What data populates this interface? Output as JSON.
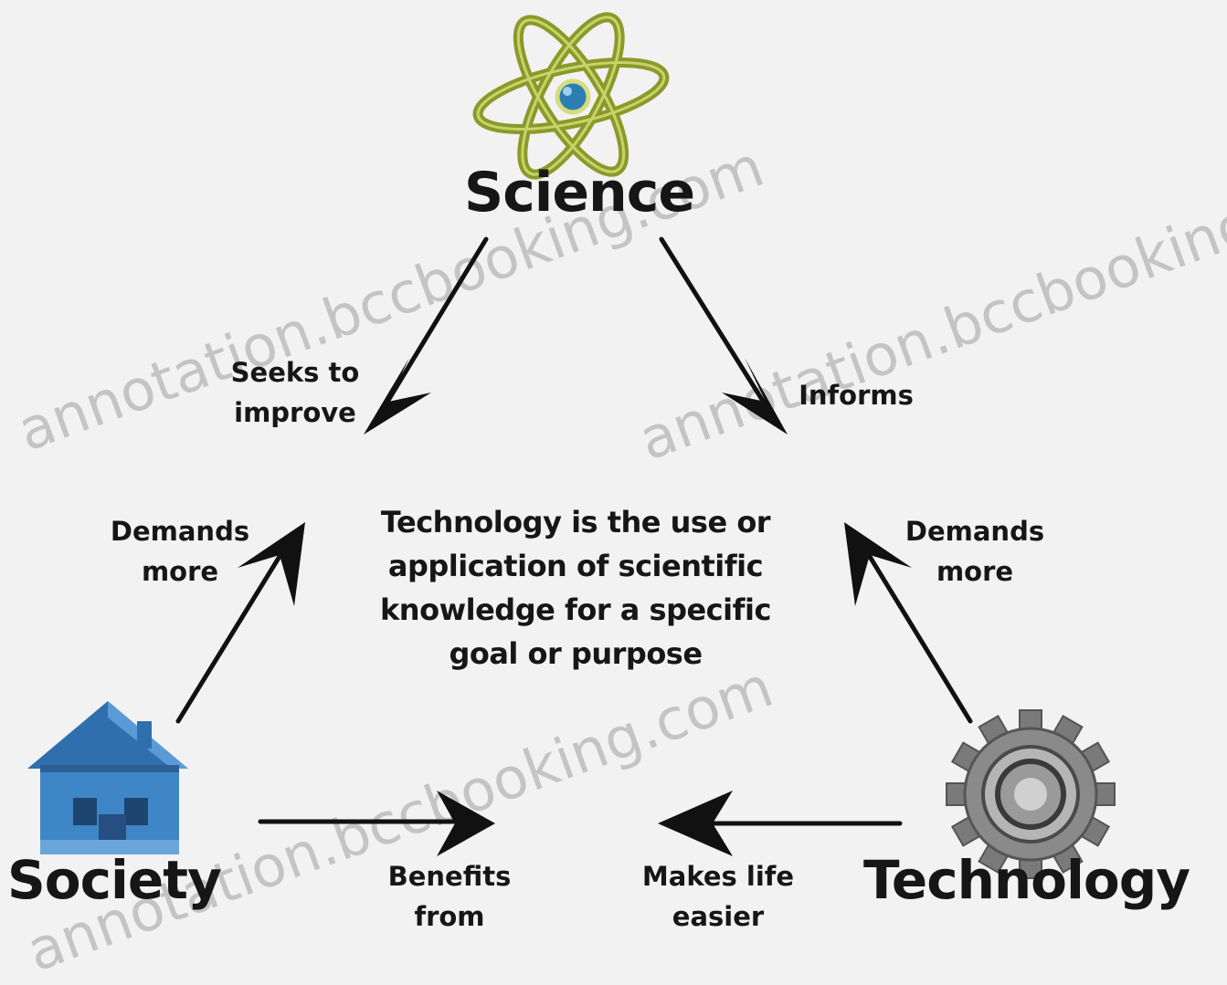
{
  "nodes": {
    "science": {
      "label": "Science",
      "icon": "atom-icon"
    },
    "society": {
      "label": "Society",
      "icon": "house-icon"
    },
    "technology": {
      "label": "Technology",
      "icon": "gear-icon"
    }
  },
  "edges": {
    "science_to_society": {
      "label_line1": "Seeks to",
      "label_line2": "improve"
    },
    "science_to_technology": {
      "label_line1": "Informs"
    },
    "society_to_science": {
      "label_line1": "Demands",
      "label_line2": "more"
    },
    "technology_to_science": {
      "label_line1": "Demands",
      "label_line2": "more"
    },
    "society_to_middle": {
      "label_line1": "Benefits",
      "label_line2": "from"
    },
    "technology_to_middle": {
      "label_line1": "Makes life",
      "label_line2": "easier"
    }
  },
  "center": {
    "line1": "Technology is the use or",
    "line2": "application of scientific",
    "line3": "knowledge for a specific",
    "line4": "goal or purpose"
  },
  "watermark": {
    "text1": "annotation.bccbooking.com",
    "text2": "annotation.bccbooking.com",
    "text3": "annotation.bccbooking.com"
  },
  "colors": {
    "background": "#f2f2f2",
    "text": "#161616",
    "arrow": "#111111",
    "atom": "#8a9a2a",
    "atom_nucleus": "#2a7fb0",
    "house": "#3f86c6",
    "gear": "#7a7a7a"
  }
}
